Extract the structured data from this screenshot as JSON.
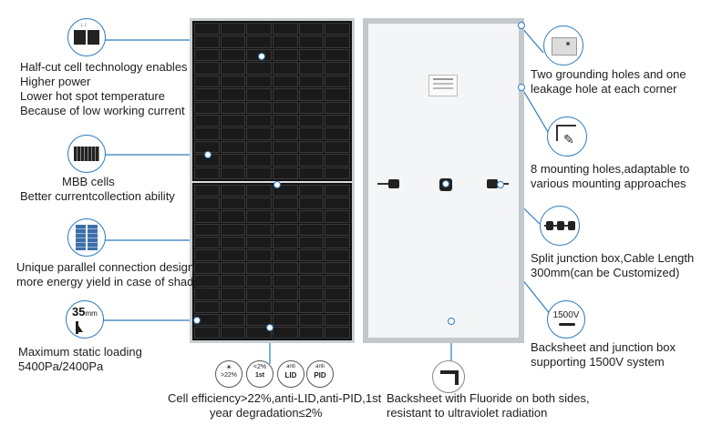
{
  "left_features": [
    {
      "lines": [
        "Half-cut cell technology enables",
        "Higher power",
        "Lower hot spot temperature",
        "Because of low working current"
      ]
    },
    {
      "lines": [
        "MBB cells",
        "Better currentcollection ability"
      ]
    },
    {
      "lines": [
        "Unique parallel connection design",
        "more energy yield in case of shading"
      ]
    },
    {
      "lines": [
        "Maximum static loading",
        "5400Pa/2400Pa"
      ]
    }
  ],
  "right_features": [
    {
      "lines": [
        "Two grounding holes and one",
        "leakage hole at each corner"
      ]
    },
    {
      "lines": [
        "8 mounting holes,adaptable to",
        "various mounting approaches"
      ]
    },
    {
      "lines": [
        "Split junction box,Cable Length",
        "300mm(can be Customized)"
      ]
    },
    {
      "lines": [
        "Backsheet and junction box",
        "supporting 1500V system"
      ]
    }
  ],
  "bottom_features": [
    {
      "lines": [
        "Cell efficiency>22%,anti-LID,anti-PID,1st",
        "year degradation≤2%"
      ]
    },
    {
      "lines": [
        "Backsheet with Fluoride on both sides,",
        "resistant to ultraviolet radiation"
      ]
    }
  ],
  "icons": {
    "frame_thickness": "35",
    "frame_unit": "mm",
    "voltage": "1500V",
    "efficiency_badge": ">22%",
    "degradation_badge": "<2%",
    "degradation_sub": "1st",
    "lid_top": "anti",
    "lid_label": "LID",
    "pid_top": "anti",
    "pid_label": "PID"
  },
  "colors": {
    "accent": "#2d7bbf",
    "cell": "#1a1a1a",
    "frame": "#c9ced3",
    "backsheet": "#f4f5f6"
  }
}
